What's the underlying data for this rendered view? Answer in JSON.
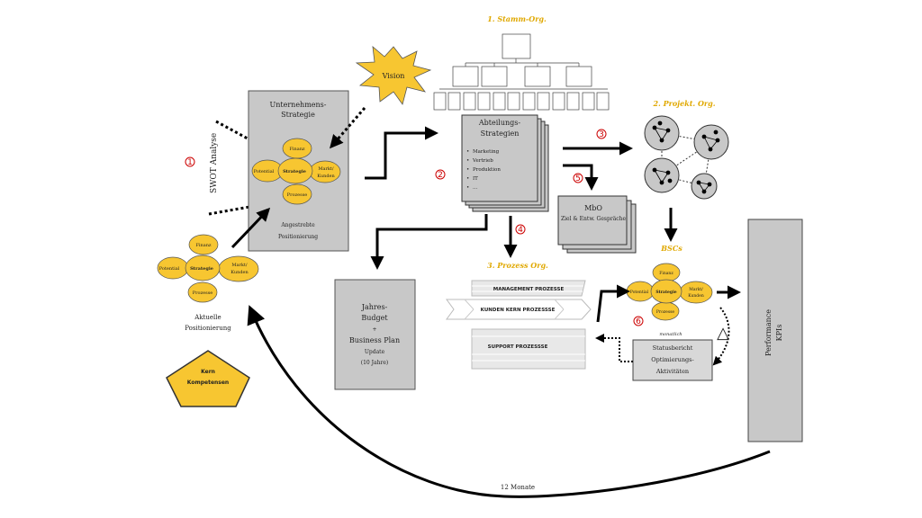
{
  "labels": {
    "swot": "SWOT Analyse",
    "unternehmen_title": [
      "Unternehmens-",
      "Strategie"
    ],
    "angestrebte": [
      "Angestrebte",
      "Positionierung"
    ],
    "vision": "Vision",
    "abteilung_title": [
      "Abteilungs-",
      "Strategien"
    ],
    "abteilung_items": [
      "Marketing",
      "Vertrieb",
      "Produktion",
      "IT",
      "..."
    ],
    "stamm_org": "1. Stamm-Org.",
    "projekt_org": "2. Projekt. Org.",
    "prozess_org": "3. Prozess Org.",
    "bscs": "BSCs",
    "mbo_title": "MbO",
    "mbo_sub": "Ziel & Entw. Gespräche",
    "jahres_budget": [
      "Jahres-",
      "Budget",
      "+",
      "Business Plan",
      "Update",
      "(10 Jahre)"
    ],
    "aktuelle": [
      "Aktuelle",
      "Positionierung"
    ],
    "kern": [
      "Kern",
      "Kompetensen"
    ],
    "process_bars": [
      "MANAGEMENT PROZESSE",
      "KUNDEN KERN PROZESSSE",
      "SUPPORT PROZESSSE"
    ],
    "monatlich": "monatlich",
    "statusbericht": [
      "Statusbericht",
      "Optimierungs-",
      "Aktivitäten"
    ],
    "performance": [
      "Performance",
      "KPIs"
    ],
    "zwoelf_monate": "12 Monate",
    "delta": "△",
    "flower": {
      "top": "Finanz",
      "left": "Potential",
      "center": "Strategie",
      "right": [
        "Markt/",
        "Kunden"
      ],
      "bottom": "Prozesse"
    }
  },
  "numbers": [
    "1",
    "2",
    "3",
    "4",
    "5",
    "6"
  ],
  "colors": {
    "gold": "#f7c631",
    "heading": "#e0a800",
    "box": "#c8c8c8",
    "badge": "#cc0000"
  }
}
